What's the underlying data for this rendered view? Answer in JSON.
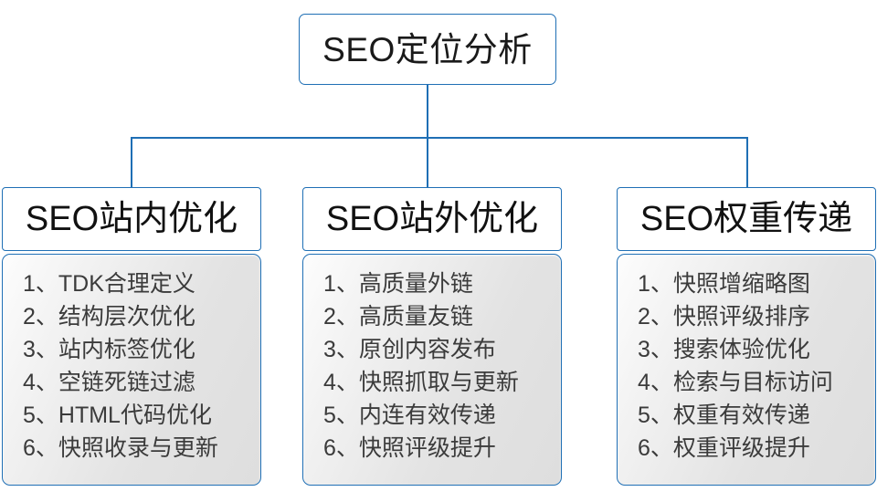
{
  "diagram": {
    "root": {
      "label": "SEO定位分析"
    },
    "accent_color": "#1f6fb5",
    "branches": [
      {
        "header": "SEO站内优化",
        "items": [
          {
            "num": "1、",
            "text": "TDK合理定义"
          },
          {
            "num": "2、",
            "text": "结构层次优化"
          },
          {
            "num": "3、",
            "text": "站内标签优化"
          },
          {
            "num": "4、",
            "text": "空链死链过滤"
          },
          {
            "num": "5、",
            "text": "HTML代码优化"
          },
          {
            "num": "6、",
            "text": "快照收录与更新"
          }
        ]
      },
      {
        "header": "SEO站外优化",
        "items": [
          {
            "num": "1、",
            "text": "高质量外链"
          },
          {
            "num": "2、",
            "text": "高质量友链"
          },
          {
            "num": "3、",
            "text": "原创内容发布"
          },
          {
            "num": "4、",
            "text": "快照抓取与更新"
          },
          {
            "num": "5、",
            "text": "内连有效传递"
          },
          {
            "num": "6、",
            "text": "快照评级提升"
          }
        ]
      },
      {
        "header": "SEO权重传递",
        "items": [
          {
            "num": "1、",
            "text": "快照增缩略图"
          },
          {
            "num": "2、",
            "text": "快照评级排序"
          },
          {
            "num": "3、",
            "text": "搜索体验优化"
          },
          {
            "num": "4、",
            "text": "检索与目标访问"
          },
          {
            "num": "5、",
            "text": "权重有效传递"
          },
          {
            "num": "6、",
            "text": "权重评级提升"
          }
        ]
      }
    ]
  }
}
